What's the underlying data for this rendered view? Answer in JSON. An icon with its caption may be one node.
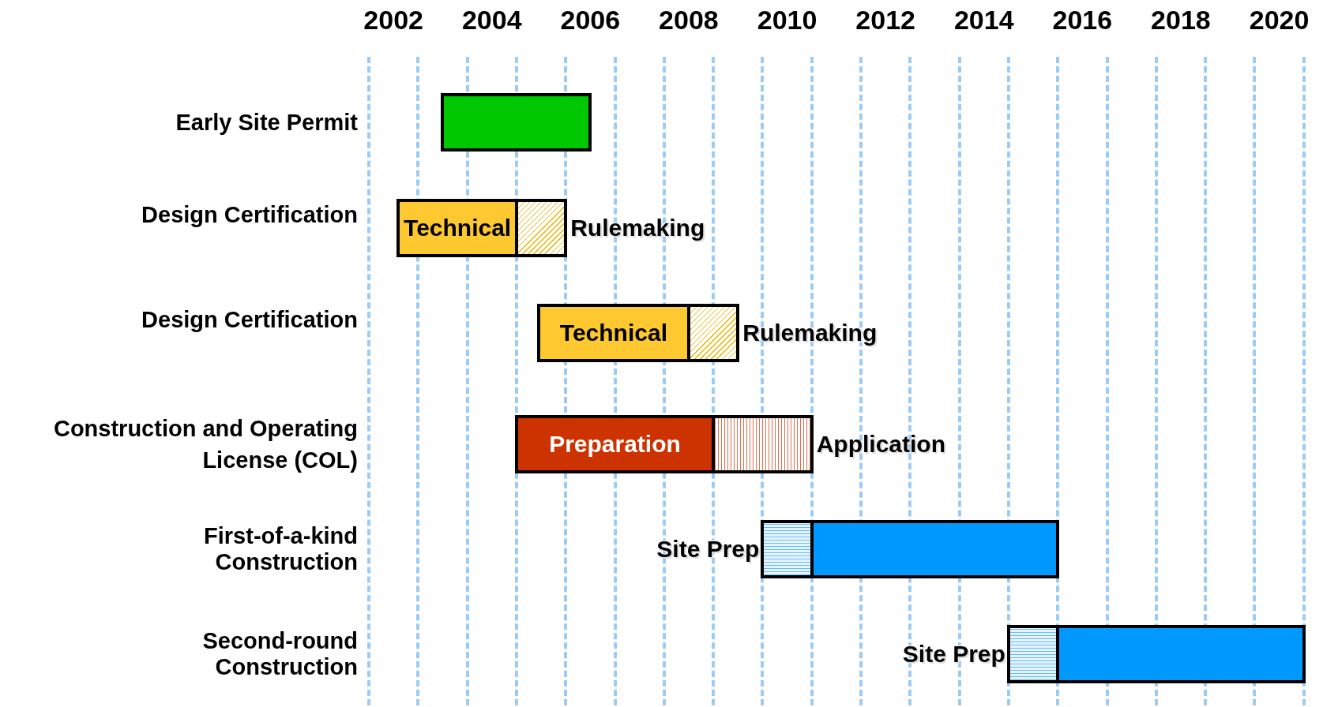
{
  "diagram": {
    "nodes": [
      {
        "text": [],
        "shape": "bar"
      },
      {
        "text": [
          "Technical"
        ]
      },
      {
        "text": [],
        "shape": "bar",
        "beside": [
          "Rulemaking"
        ]
      },
      {
        "text": [
          "Technical"
        ]
      },
      {
        "text": [],
        "shape": "bar",
        "beside": [
          "Rulemaking"
        ]
      },
      {
        "text": [
          "Preparation"
        ]
      },
      {
        "text": [],
        "shape": "bar",
        "beside": [
          "Application"
        ]
      },
      {
        "text": [],
        "shape": "bar",
        "beside": [
          "Site Prep"
        ]
      },
      {
        "text": [],
        "shape": "bar"
      },
      {
        "text": [],
        "shape": "bar",
        "beside": [
          "Site Prep"
        ]
      },
      {
        "text": [],
        "shape": "bar"
      }
    ],
    "edges": [],
    "labels": [
      "2002",
      "2004",
      "2006",
      "2008",
      "2010",
      "2012",
      "2014",
      "2016",
      "2018",
      "2020",
      "Early Site Permit",
      "Design Certification",
      "Design Certification",
      "Construction and Operating License (COL)",
      "First-of-a-kind Construction",
      "Second-round Construction"
    ]
  }
}
